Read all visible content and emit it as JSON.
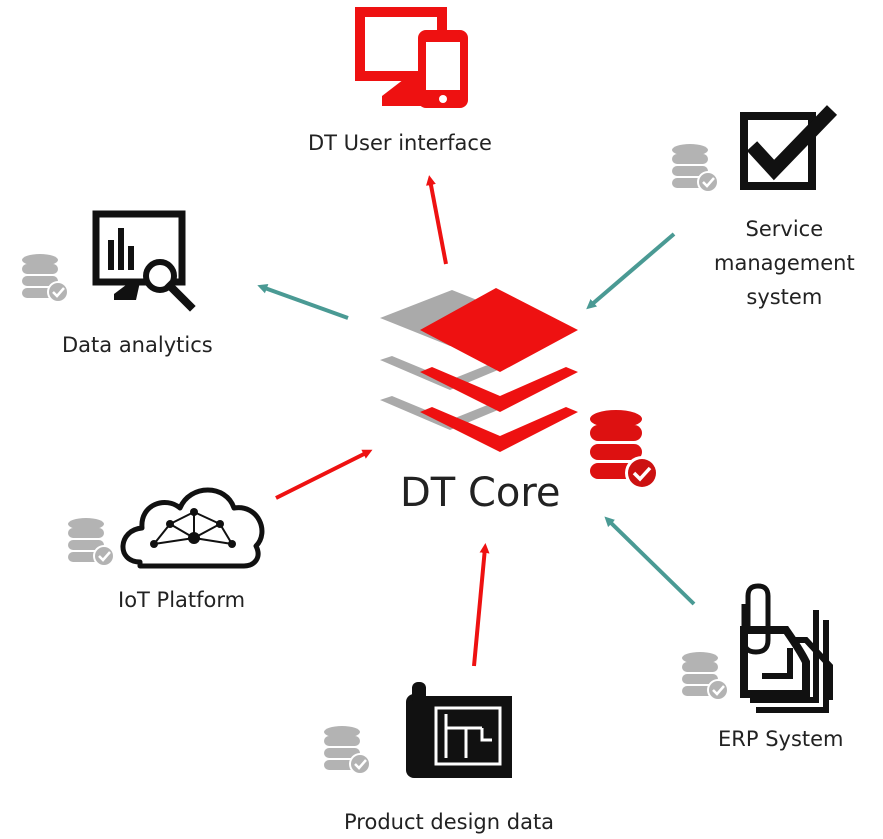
{
  "core": {
    "label": "DT Core"
  },
  "nodes": {
    "ui": {
      "label": "DT User interface",
      "icon": "monitor-phone-icon"
    },
    "service": {
      "line1": "Service",
      "line2": "management",
      "line3": "system",
      "icon": "checkbox-icon"
    },
    "analytics": {
      "label": "Data analytics",
      "icon": "analytics-icon"
    },
    "iot": {
      "label": "IoT Platform",
      "icon": "cloud-network-icon"
    },
    "design": {
      "label": "Product design data",
      "icon": "blueprint-icon"
    },
    "erp": {
      "label": "ERP System",
      "icon": "documents-clip-icon"
    }
  },
  "colors": {
    "red": "#ee1111",
    "teal": "#4a9a94",
    "gray": "#a9a9a9",
    "dark_red": "#b50d0d",
    "black": "#111111"
  },
  "legend_meaning": {
    "red_arrow": "",
    "teal_arrow": ""
  }
}
